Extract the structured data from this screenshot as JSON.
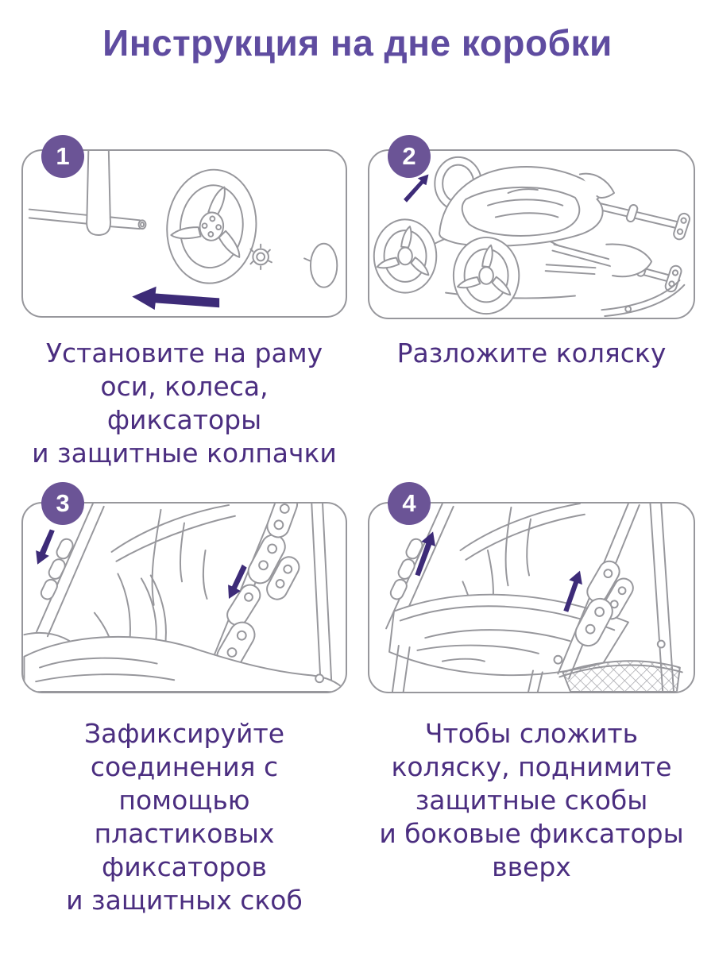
{
  "page": {
    "title": "Инструкция на дне коробки",
    "background": "#ffffff"
  },
  "colors": {
    "title_text": "#5f4ca0",
    "caption_text": "#4b2e80",
    "badge_background": "#6b5496",
    "badge_text": "#ffffff",
    "direction_arrow": "#3d2b78",
    "line_art": "#97979c",
    "panel_border": "#97979c"
  },
  "steps": [
    {
      "number": "1",
      "illustration": "wheel-axle-parts",
      "caption_lines": [
        "Установите на раму",
        "оси, колеса, фиксаторы",
        "и защитные колпачки"
      ]
    },
    {
      "number": "2",
      "illustration": "folded-stroller",
      "caption_lines": [
        "Разложите коляску"
      ]
    },
    {
      "number": "3",
      "illustration": "frame-joints-lock",
      "caption_lines": [
        "Зафиксируйте",
        "соединения с помощью",
        "пластиковых фиксаторов",
        "и защитных скоб"
      ]
    },
    {
      "number": "4",
      "illustration": "frame-joints-release",
      "caption_lines": [
        "Чтобы сложить",
        "коляску, поднимите",
        "защитные скобы",
        "и боковые фиксаторы",
        "вверх"
      ]
    }
  ]
}
